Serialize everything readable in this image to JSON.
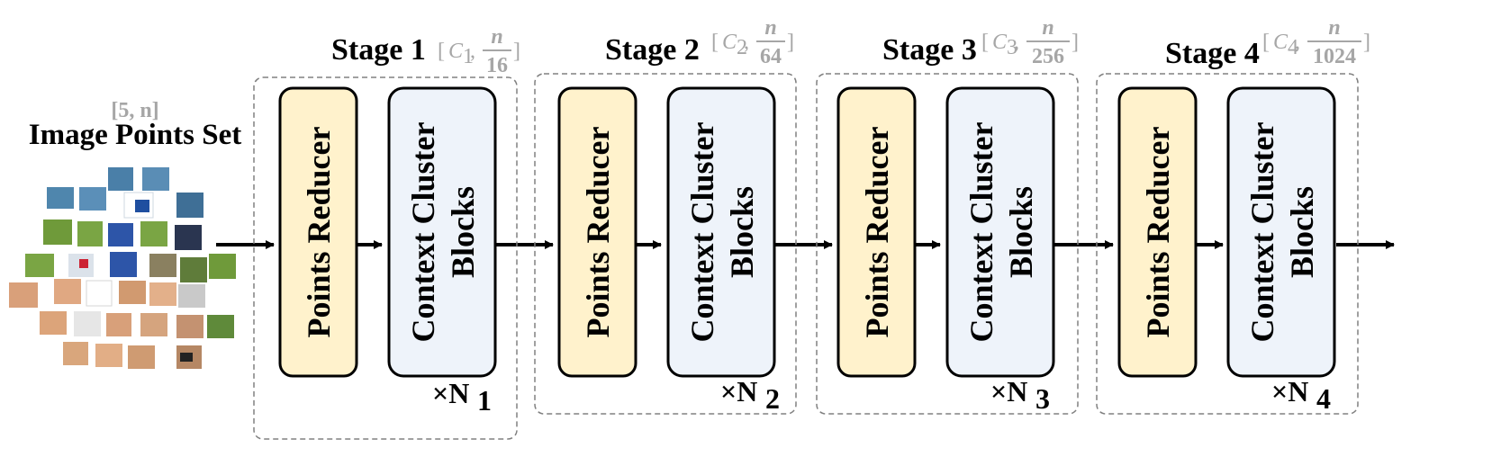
{
  "input": {
    "shape_label": "[5, n]",
    "title": "Image Points Set"
  },
  "blocks": {
    "reducer_label": "Points Reducer",
    "cluster_line1": "Context Cluster",
    "cluster_line2": "Blocks"
  },
  "stages": [
    {
      "title": "Stage 1",
      "channel": "C",
      "channel_sub": "1",
      "divisor": "16",
      "repeat": "×N",
      "repeat_sub": "1"
    },
    {
      "title": "Stage 2",
      "channel": "C",
      "channel_sub": "2",
      "divisor": "64",
      "repeat": "×N",
      "repeat_sub": "2"
    },
    {
      "title": "Stage 3",
      "channel": "C",
      "channel_sub": "3",
      "divisor": "256",
      "repeat": "×N",
      "repeat_sub": "3"
    },
    {
      "title": "Stage 4",
      "channel": "C",
      "channel_sub": "4",
      "divisor": "1024",
      "repeat": "×N",
      "repeat_sub": "4"
    }
  ],
  "fraction_numerator": "n",
  "colors": {
    "reducer_fill": "#fff2cc",
    "cluster_fill": "#eef3fa",
    "stage_border": "#808080",
    "dim_text": "#a6a6a6"
  }
}
